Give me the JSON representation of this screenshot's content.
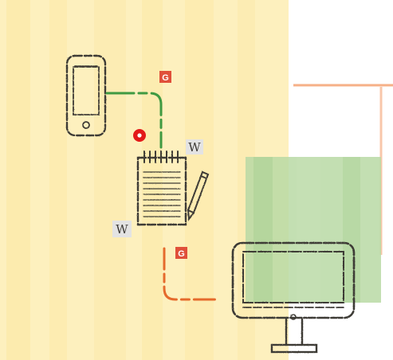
{
  "colors": {
    "background": "#ffffff",
    "yellow_wash": "#fdf0be",
    "yellow_stripe": "#fbe59b",
    "green_wash": "#b9d9a4",
    "orange_wash": "#f6b087",
    "stroke_dark": "#3d3a36",
    "green_path": "#3f9a42",
    "orange_path": "#e56a2c",
    "badge_red": "#e0503a",
    "badge_gray": "#e3e3e3",
    "record_red": "#e31919"
  },
  "icons": {
    "phone": "smartphone-icon",
    "notepad": "notepad-pencil-icon",
    "monitor": "desktop-monitor-icon",
    "record": "record-dot-icon"
  },
  "badges": {
    "g_top": "G",
    "g_bottom": "G",
    "w_top": "W",
    "w_left": "W"
  },
  "record": {
    "label": ""
  }
}
